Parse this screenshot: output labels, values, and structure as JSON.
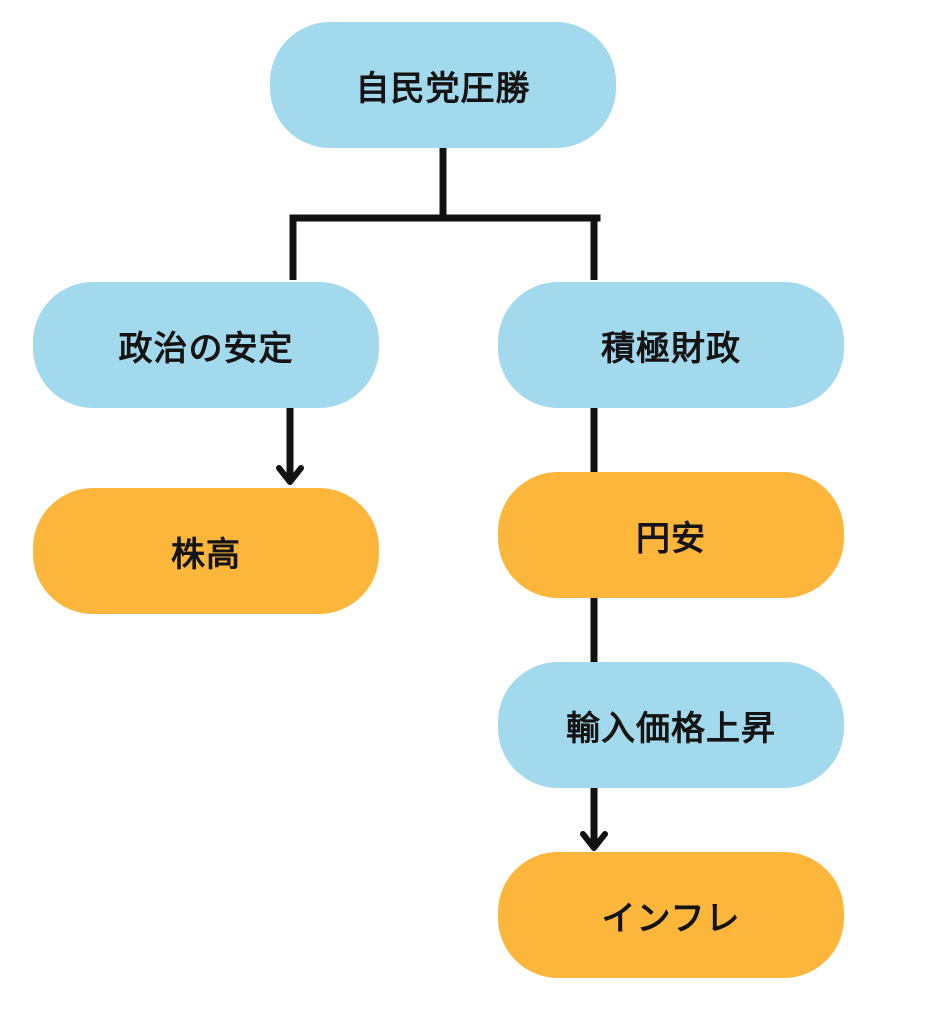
{
  "nodes": {
    "root": {
      "label": "自民党圧勝",
      "color": "#a3d9ec"
    },
    "stability": {
      "label": "政治の安定",
      "color": "#a3d9ec"
    },
    "fiscal": {
      "label": "積極財政",
      "color": "#a3d9ec"
    },
    "stocks": {
      "label": "株高",
      "color": "#fcb63c"
    },
    "yen": {
      "label": "円安",
      "color": "#fcb63c"
    },
    "import_prices": {
      "label": "輸入価格上昇",
      "color": "#a3d9ec"
    },
    "inflation": {
      "label": "インフレ",
      "color": "#fcb63c"
    }
  },
  "edges": [
    {
      "from": "root",
      "to": "stability",
      "arrow": false
    },
    {
      "from": "root",
      "to": "fiscal",
      "arrow": false
    },
    {
      "from": "stability",
      "to": "stocks",
      "arrow": true
    },
    {
      "from": "fiscal",
      "to": "yen",
      "arrow": false
    },
    {
      "from": "yen",
      "to": "import_prices",
      "arrow": false
    },
    {
      "from": "import_prices",
      "to": "inflation",
      "arrow": true
    }
  ],
  "line_color": "#111111"
}
